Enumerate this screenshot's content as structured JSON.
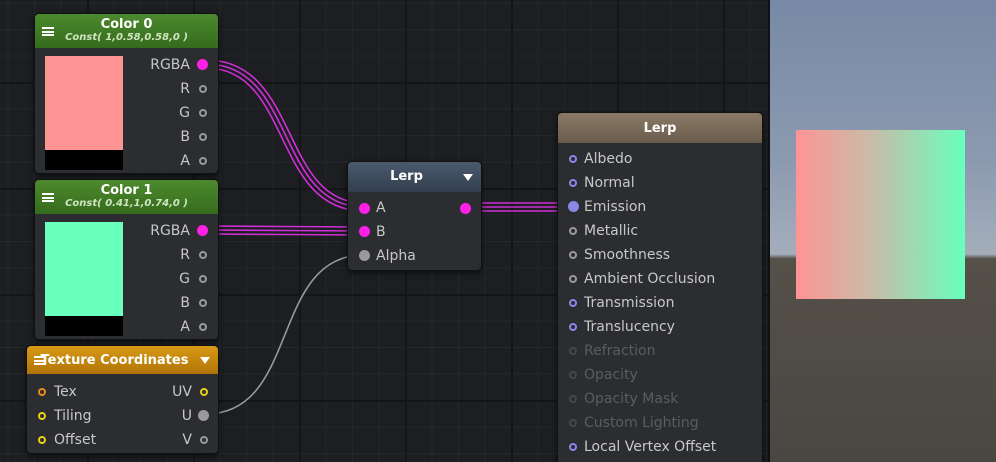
{
  "nodes": {
    "color0": {
      "title": "Color 0",
      "subtitle": "Const( 1,0.58,0.58,0 )",
      "swatch_color": "#ff9494",
      "outputs": [
        "RGBA",
        "R",
        "G",
        "B",
        "A"
      ]
    },
    "color1": {
      "title": "Color 1",
      "subtitle": "Const( 0.41,1,0.74,0 )",
      "swatch_color": "#69ffbd",
      "outputs": [
        "RGBA",
        "R",
        "G",
        "B",
        "A"
      ]
    },
    "texcoords": {
      "title": "Texture Coordinates",
      "inputs": [
        "Tex",
        "Tiling",
        "Offset"
      ],
      "outputs": [
        "UV",
        "U",
        "V"
      ]
    },
    "lerp": {
      "title": "Lerp",
      "inputs": [
        "A",
        "B",
        "Alpha"
      ]
    },
    "master": {
      "title": "Lerp",
      "inputs": [
        {
          "label": "Albedo",
          "enabled": true
        },
        {
          "label": "Normal",
          "enabled": true
        },
        {
          "label": "Emission",
          "enabled": true
        },
        {
          "label": "Metallic",
          "enabled": true
        },
        {
          "label": "Smoothness",
          "enabled": true
        },
        {
          "label": "Ambient Occlusion",
          "enabled": true
        },
        {
          "label": "Transmission",
          "enabled": true
        },
        {
          "label": "Translucency",
          "enabled": true
        },
        {
          "label": "Refraction",
          "enabled": false
        },
        {
          "label": "Opacity",
          "enabled": false
        },
        {
          "label": "Opacity Mask",
          "enabled": false
        },
        {
          "label": "Custom Lighting",
          "enabled": false
        },
        {
          "label": "Local Vertex Offset",
          "enabled": true
        }
      ]
    }
  },
  "colors": {
    "wire_color": "#cf2fd6",
    "wire_float": "#9a9a9a",
    "wire_emission": "#8a87e8",
    "port_color": "#ff1fe6",
    "preview_gradient_start": "#ff9494",
    "preview_gradient_end": "#69ffbd"
  },
  "icons": [
    "menu-icon",
    "dropdown-caret-icon"
  ]
}
